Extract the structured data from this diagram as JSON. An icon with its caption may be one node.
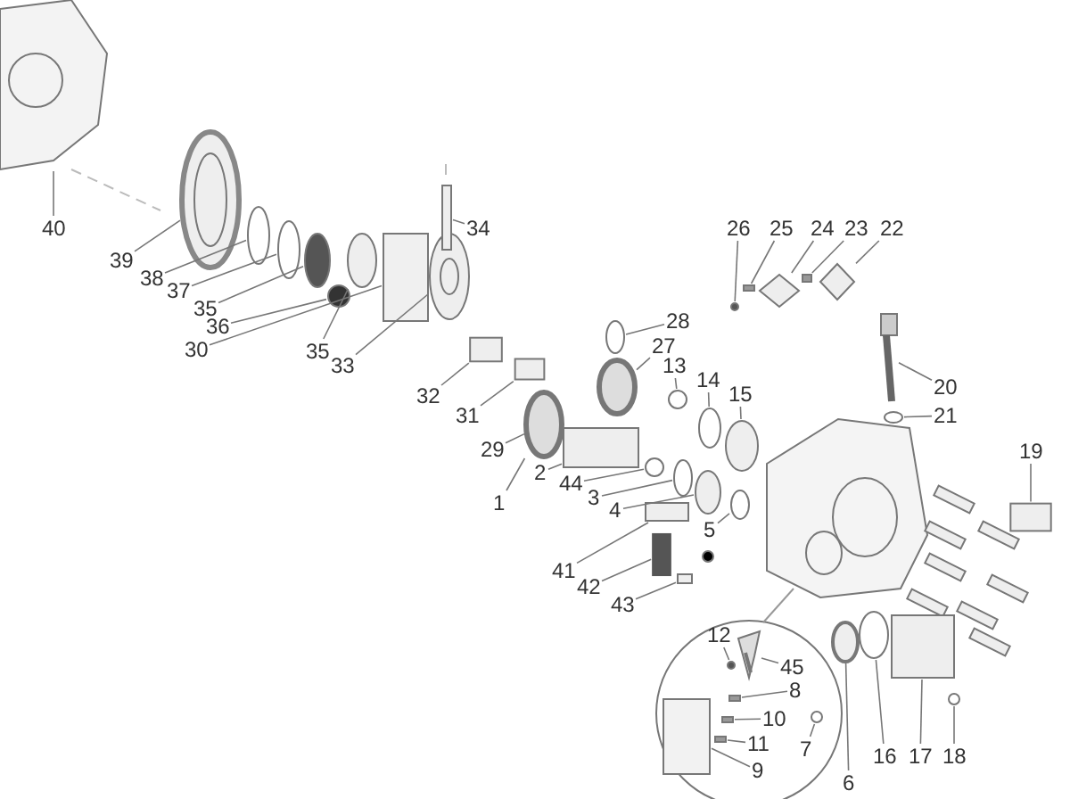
{
  "diagram": {
    "nodes": [
      {
        "text": [
          "40"
        ]
      },
      {
        "text": [
          "39"
        ]
      },
      {
        "text": [
          "38"
        ]
      },
      {
        "text": [
          "37"
        ]
      },
      {
        "text": [
          "35"
        ]
      },
      {
        "text": [
          "36"
        ]
      },
      {
        "text": [
          "30"
        ]
      },
      {
        "text": [
          "35"
        ]
      },
      {
        "text": [
          "33"
        ]
      },
      {
        "text": [
          "34"
        ]
      },
      {
        "text": [
          "32"
        ]
      },
      {
        "text": [
          "31"
        ]
      },
      {
        "text": [
          "26"
        ]
      },
      {
        "text": [
          "25"
        ]
      },
      {
        "text": [
          "24"
        ]
      },
      {
        "text": [
          "23"
        ]
      },
      {
        "text": [
          "22"
        ]
      },
      {
        "text": [
          "28"
        ]
      },
      {
        "text": [
          "27"
        ]
      },
      {
        "text": [
          "13"
        ]
      },
      {
        "text": [
          "14"
        ]
      },
      {
        "text": [
          "15"
        ]
      },
      {
        "text": [
          "20"
        ]
      },
      {
        "text": [
          "21"
        ]
      },
      {
        "text": [
          "19"
        ]
      },
      {
        "text": [
          "29"
        ]
      },
      {
        "text": [
          "2"
        ]
      },
      {
        "text": [
          "44"
        ]
      },
      {
        "text": [
          "3"
        ]
      },
      {
        "text": [
          "1"
        ]
      },
      {
        "text": [
          "4"
        ]
      },
      {
        "text": [
          "5"
        ]
      },
      {
        "text": [
          "41"
        ]
      },
      {
        "text": [
          "42"
        ]
      },
      {
        "text": [
          "43"
        ]
      },
      {
        "text": [
          "12"
        ]
      },
      {
        "text": [
          "45"
        ]
      },
      {
        "text": [
          "8"
        ]
      },
      {
        "text": [
          "10"
        ]
      },
      {
        "text": [
          "11"
        ]
      },
      {
        "text": [
          "7"
        ]
      },
      {
        "text": [
          "9"
        ]
      },
      {
        "text": [
          "6"
        ]
      },
      {
        "text": [
          "16"
        ]
      },
      {
        "text": [
          "17"
        ]
      },
      {
        "text": [
          "18"
        ]
      },
      {
        "text": [],
        "shape": "picture"
      },
      {
        "text": [],
        "shape": "picture"
      },
      {
        "text": [],
        "shape": "circle"
      },
      {
        "text": [],
        "shape": "circle"
      },
      {
        "text": [],
        "shape": "circle"
      },
      {
        "text": [],
        "shape": "circle"
      },
      {
        "text": [],
        "shape": "box"
      },
      {
        "text": [],
        "shape": "circle"
      },
      {
        "text": [],
        "shape": "picture"
      },
      {
        "text": [],
        "shape": "box"
      },
      {
        "text": [],
        "shape": "box"
      },
      {
        "text": [],
        "shape": "box"
      },
      {
        "text": [],
        "shape": "circle"
      },
      {
        "text": [],
        "shape": "box"
      },
      {
        "text": [],
        "shape": "diamond"
      },
      {
        "text": [],
        "shape": "box"
      },
      {
        "text": [],
        "shape": "diamond"
      },
      {
        "text": [],
        "shape": "circle"
      },
      {
        "text": [],
        "shape": "circle"
      },
      {
        "text": [],
        "shape": "circle"
      },
      {
        "text": [],
        "shape": "circle"
      },
      {
        "text": [],
        "shape": "circle"
      },
      {
        "text": [],
        "shape": "picture"
      },
      {
        "text": [],
        "shape": "circle"
      },
      {
        "text": [],
        "shape": "box"
      },
      {
        "text": [],
        "shape": "circle"
      },
      {
        "text": [],
        "shape": "box"
      },
      {
        "text": [],
        "shape": "circle"
      },
      {
        "text": [],
        "shape": "circle"
      },
      {
        "text": [],
        "shape": "circle"
      },
      {
        "text": [],
        "shape": "circle"
      },
      {
        "text": [],
        "shape": "box"
      },
      {
        "text": [],
        "shape": "box"
      },
      {
        "text": [],
        "shape": "box"
      },
      {
        "text": [],
        "shape": "circle"
      },
      {
        "text": [],
        "shape": "picture"
      },
      {
        "text": [],
        "shape": "box"
      },
      {
        "text": [],
        "shape": "box"
      },
      {
        "text": [],
        "shape": "box"
      },
      {
        "text": [],
        "shape": "circle"
      },
      {
        "text": [],
        "shape": "box"
      },
      {
        "text": [],
        "shape": "circle"
      },
      {
        "text": [],
        "shape": "circle"
      },
      {
        "text": [],
        "shape": "box"
      },
      {
        "text": [],
        "shape": "circle"
      }
    ],
    "edges": [
      {
        "from": 0,
        "to": 46,
        "arrow": "none"
      },
      {
        "from": 1,
        "to": 47,
        "arrow": "none"
      },
      {
        "from": 2,
        "to": 48,
        "arrow": "none"
      },
      {
        "from": 3,
        "to": 49,
        "arrow": "none"
      },
      {
        "from": 4,
        "to": 50,
        "arrow": "none"
      },
      {
        "from": 5,
        "to": 51,
        "arrow": "none"
      },
      {
        "from": 6,
        "to": 52,
        "arrow": "none"
      },
      {
        "from": 7,
        "to": 53,
        "arrow": "none"
      },
      {
        "from": 8,
        "to": 54,
        "arrow": "none"
      },
      {
        "from": 9,
        "to": 55,
        "arrow": "none"
      },
      {
        "from": 10,
        "to": 56,
        "arrow": "none"
      },
      {
        "from": 11,
        "to": 57,
        "arrow": "none"
      },
      {
        "from": 12,
        "to": 58,
        "arrow": "none"
      },
      {
        "from": 13,
        "to": 59,
        "arrow": "none"
      },
      {
        "from": 14,
        "to": 60,
        "arrow": "none"
      },
      {
        "from": 15,
        "to": 61,
        "arrow": "none"
      },
      {
        "from": 16,
        "to": 62,
        "arrow": "none"
      },
      {
        "from": 17,
        "to": 63,
        "arrow": "none"
      },
      {
        "from": 18,
        "to": 64,
        "arrow": "none"
      },
      {
        "from": 19,
        "to": 65,
        "arrow": "none"
      },
      {
        "from": 20,
        "to": 66,
        "arrow": "none"
      },
      {
        "from": 21,
        "to": 67,
        "arrow": "none"
      },
      {
        "from": 22,
        "to": 68,
        "arrow": "none"
      },
      {
        "from": 23,
        "to": 69,
        "arrow": "none"
      },
      {
        "from": 24,
        "to": 70,
        "arrow": "none"
      },
      {
        "from": 25,
        "to": 71,
        "arrow": "none"
      },
      {
        "from": 26,
        "to": 72,
        "arrow": "none"
      },
      {
        "from": 27,
        "to": 73,
        "arrow": "none"
      },
      {
        "from": 28,
        "to": 74,
        "arrow": "none"
      },
      {
        "from": 29,
        "to": 71,
        "arrow": "none"
      },
      {
        "from": 30,
        "to": 75,
        "arrow": "none"
      },
      {
        "from": 31,
        "to": 76,
        "arrow": "none"
      },
      {
        "from": 32,
        "to": 77,
        "arrow": "none"
      },
      {
        "from": 33,
        "to": 78,
        "arrow": "none"
      },
      {
        "from": 34,
        "to": 79,
        "arrow": "none"
      },
      {
        "from": 35,
        "to": 80,
        "arrow": "none"
      },
      {
        "from": 36,
        "to": 81,
        "arrow": "none"
      },
      {
        "from": 37,
        "to": 82,
        "arrow": "none"
      },
      {
        "from": 38,
        "to": 83,
        "arrow": "none"
      },
      {
        "from": 39,
        "to": 84,
        "arrow": "none"
      },
      {
        "from": 40,
        "to": 85,
        "arrow": "none"
      },
      {
        "from": 41,
        "to": 86,
        "arrow": "none"
      },
      {
        "from": 42,
        "to": 87,
        "arrow": "none"
      },
      {
        "from": 43,
        "to": 88,
        "arrow": "none"
      },
      {
        "from": 44,
        "to": 89,
        "arrow": "none"
      },
      {
        "from": 45,
        "to": 90,
        "arrow": "none"
      }
    ]
  }
}
